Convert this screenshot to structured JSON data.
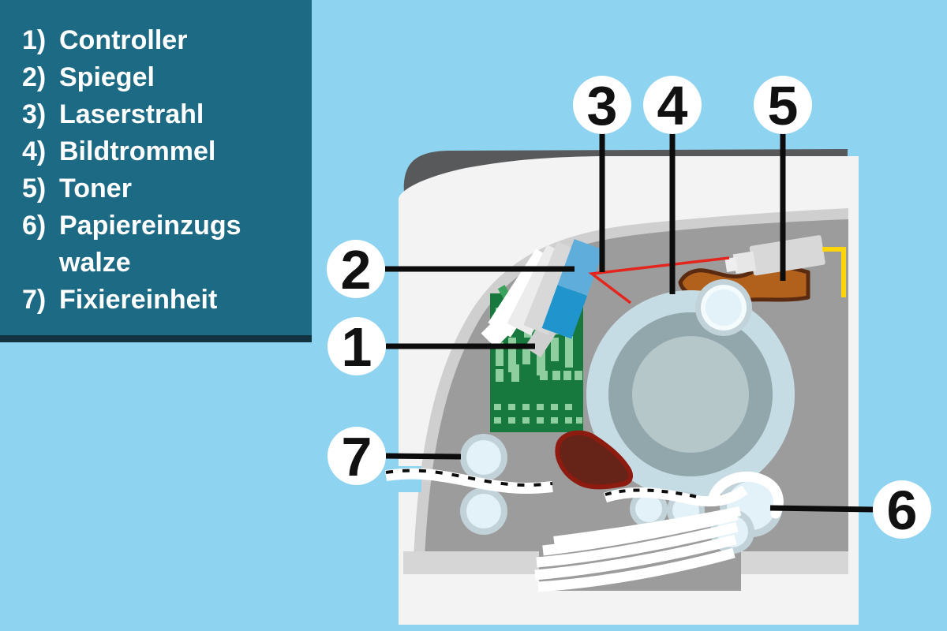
{
  "legend": {
    "items": [
      {
        "number": "1)",
        "lines": [
          "Controller"
        ]
      },
      {
        "number": "2)",
        "lines": [
          "Spiegel"
        ]
      },
      {
        "number": "3)",
        "lines": [
          "Laserstrahl"
        ]
      },
      {
        "number": "4)",
        "lines": [
          "Bildtrommel"
        ]
      },
      {
        "number": "5)",
        "lines": [
          "Toner"
        ]
      },
      {
        "number": "6)",
        "lines": [
          "Papiereinzugs",
          "walze"
        ]
      },
      {
        "number": "7)",
        "lines": [
          "Fixiereinheit"
        ]
      }
    ]
  },
  "callouts": [
    {
      "number": "1"
    },
    {
      "number": "2"
    },
    {
      "number": "3"
    },
    {
      "number": "4"
    },
    {
      "number": "5"
    },
    {
      "number": "6"
    },
    {
      "number": "7"
    }
  ],
  "colors": {
    "bg": "#8ed3f0",
    "panel": "#1d6a84",
    "panelBorder": "#12333f",
    "text": "#ffffff",
    "cap": "#58595b",
    "body": "#f3f3f4",
    "interior": "#9c9c9c",
    "interiorEdge": "#cfcfcf",
    "shelf": "#d6d6d6",
    "pcb": "#17793d",
    "pcbBar": "#8fcf9f",
    "pcbMid": "#3aa25a",
    "drumOuter": "#c6dce4",
    "drumMid": "#92a7ab",
    "drumInner": "#b6c7ca",
    "rollerRing": "#c2d2d9",
    "rollerFill": "#e3f1f8",
    "rollerWhite": "#f4fbfd",
    "blob": "#662318",
    "blobEdge": "#8e1b10",
    "toner": "#b2611d",
    "tonerEdge": "#5a2b10",
    "laserBody": "#d8d8d8",
    "laserNozzle": "#e7e7e7",
    "laserTip": "#efefef",
    "cable": "#ffd60b",
    "beam": "#e4251e",
    "paper": "#ffffff",
    "line": "#0c0c0c",
    "calloutBg": "#ffffff",
    "calloutText": "#111111",
    "mirrorLight": "#5fadda",
    "mirrorDark": "#1f94cd",
    "sheet1": "#ffffff",
    "sheet2": "#ececec",
    "sheet3": "#d8d8d8",
    "sheet4": "#cfcfcf"
  }
}
